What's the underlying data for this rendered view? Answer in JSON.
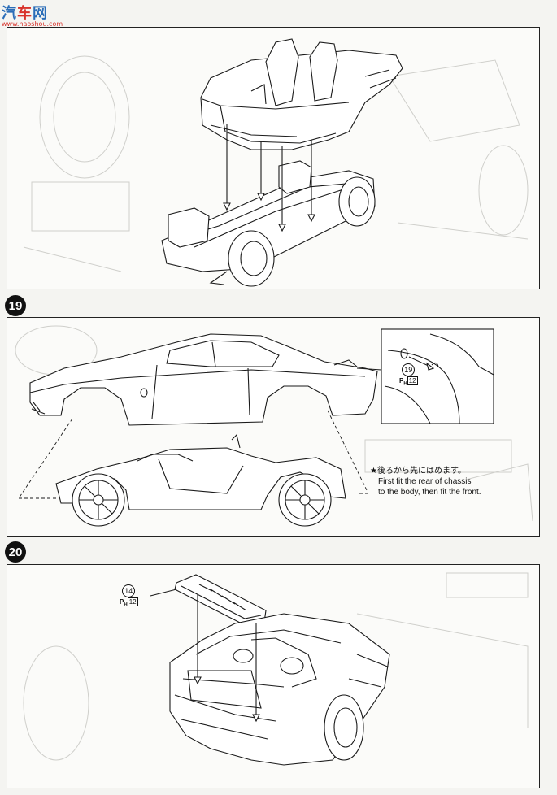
{
  "watermark": {
    "text_a": "汽",
    "text_b": "车",
    "text_c": "网",
    "url": "www.haoshou.com"
  },
  "steps": [
    {
      "number": "19"
    },
    {
      "number": "20"
    }
  ],
  "step19": {
    "note_jp": "★後ろから先にはめます。",
    "note_en_line1": "First fit the rear of chassis",
    "note_en_line2": "to the body, then fit the front.",
    "detail_part": {
      "number": "19",
      "ref_prefix": "P",
      "ref_sub": "H",
      "ref_code": "12"
    }
  },
  "step20": {
    "part": {
      "number": "14",
      "ref_prefix": "P",
      "ref_sub": "H",
      "ref_code": "12"
    }
  }
}
